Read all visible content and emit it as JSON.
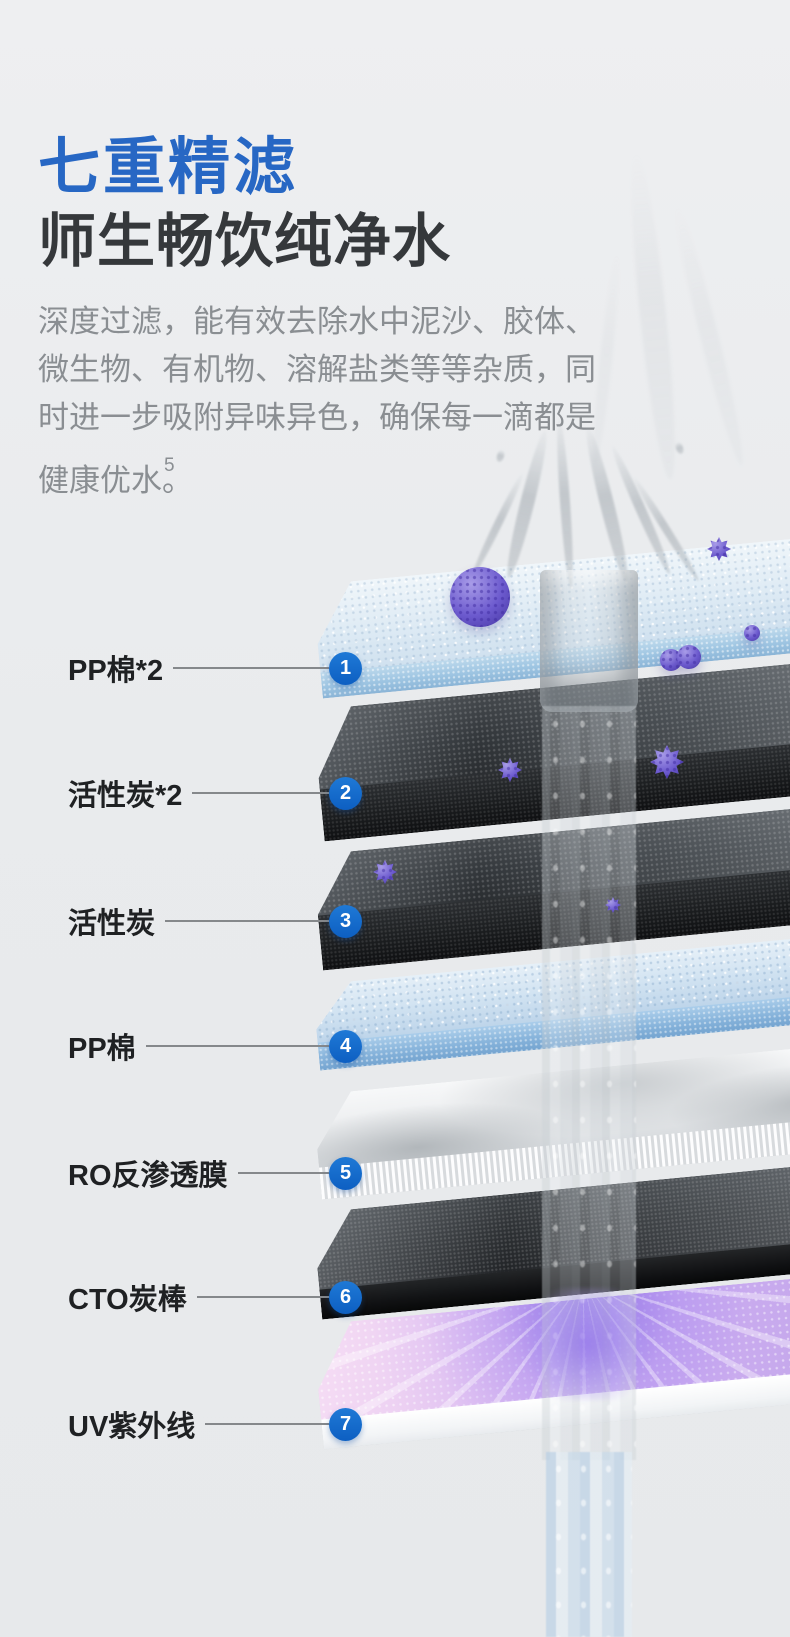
{
  "header": {
    "title": "七重精滤",
    "subtitle": "师生畅饮纯净水",
    "title_color": "#2767c4",
    "description_lines": [
      "深度过滤，能有效去除水中泥沙、胶体、",
      "微生物、有机物、溶解盐类等等杂质，同",
      "时进一步吸附异味异色，确保每一滴都是",
      "健康优水。"
    ],
    "footnote_marker": "5"
  },
  "filters": {
    "accent_color": "#0f64c8",
    "layers": [
      {
        "num": "1",
        "label": "PP棉*2",
        "type": "pp-cotton"
      },
      {
        "num": "2",
        "label": "活性炭*2",
        "type": "activated-carbon"
      },
      {
        "num": "3",
        "label": "活性炭",
        "type": "activated-carbon"
      },
      {
        "num": "4",
        "label": "PP棉",
        "type": "pp-cotton"
      },
      {
        "num": "5",
        "label": "RO反渗透膜",
        "type": "ro-membrane"
      },
      {
        "num": "6",
        "label": "CTO炭棒",
        "type": "cto-carbon-rod"
      },
      {
        "num": "7",
        "label": "UV紫外线",
        "type": "uv-light"
      }
    ]
  }
}
